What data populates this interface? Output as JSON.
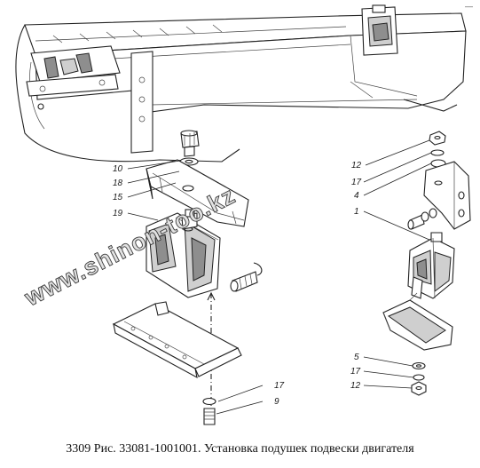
{
  "caption": "3309 Рис. 33081-1001001. Установка подушек подвески двигателя",
  "corner_mark": "—",
  "watermark": "www.shinon-too.kz",
  "callouts": {
    "left": [
      "10",
      "18",
      "15",
      "19",
      "17",
      "9"
    ],
    "right": [
      "12",
      "17",
      "4",
      "1",
      "5",
      "17",
      "12"
    ]
  }
}
